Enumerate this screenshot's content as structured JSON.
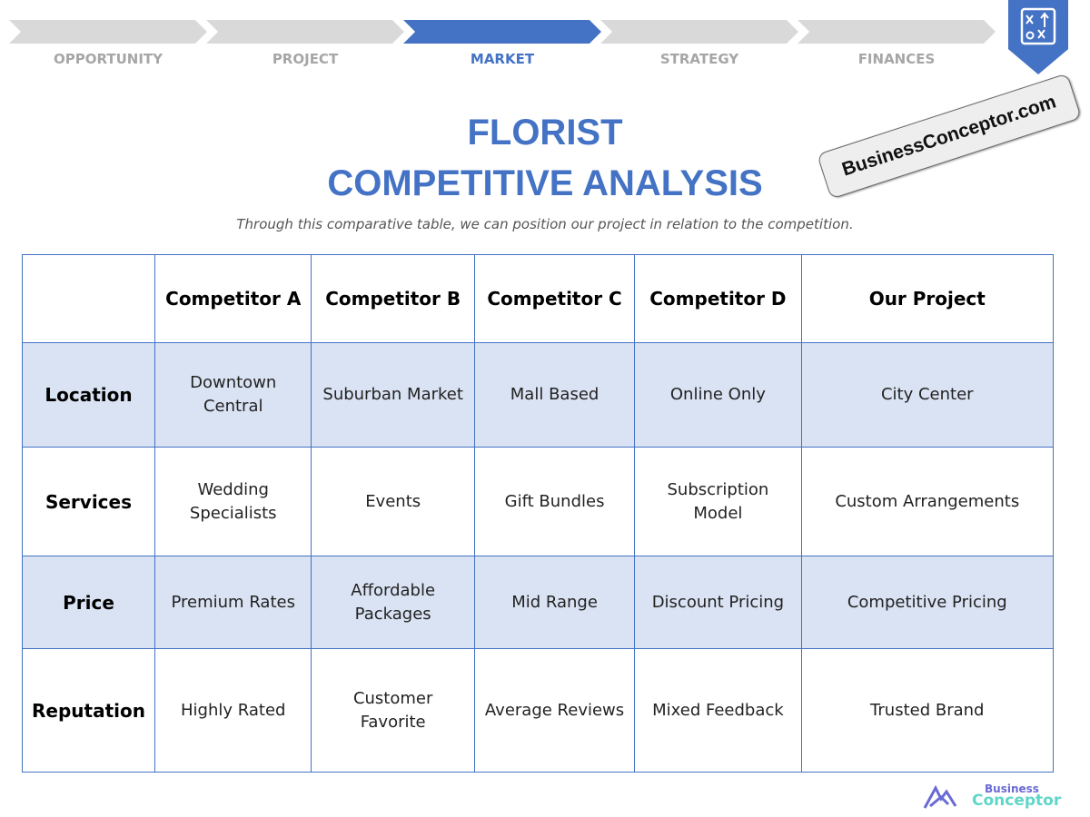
{
  "nav": {
    "steps": [
      "OPPORTUNITY",
      "PROJECT",
      "MARKET",
      "STRATEGY",
      "FINANCES"
    ],
    "active": "MARKET",
    "badge_icon": "strategy-board-icon"
  },
  "title": {
    "line1": "FLORIST",
    "line2": "COMPETITIVE ANALYSIS"
  },
  "subtitle": "Through this comparative table, we can position our project in relation to the competition.",
  "table": {
    "headers": [
      "",
      "Competitor A",
      "Competitor B",
      "Competitor C",
      "Competitor D",
      "Our Project"
    ],
    "rows": [
      {
        "label": "Location",
        "cells": [
          "Downtown Central",
          "Suburban Market",
          "Mall Based",
          "Online Only",
          "City Center"
        ]
      },
      {
        "label": "Services",
        "cells": [
          "Wedding Specialists",
          "Events",
          "Gift Bundles",
          "Subscription Model",
          "Custom Arrangements"
        ]
      },
      {
        "label": "Price",
        "cells": [
          "Premium Rates",
          "Affordable Packages",
          "Mid Range",
          "Discount Pricing",
          "Competitive Pricing"
        ]
      },
      {
        "label": "Reputation",
        "cells": [
          "Highly Rated",
          "Customer Favorite",
          "Average Reviews",
          "Mixed Feedback",
          "Trusted Brand"
        ]
      }
    ]
  },
  "watermark": "BusinessConceptor.com",
  "logo": {
    "line1": "Business",
    "line2": "Conceptor"
  },
  "colors": {
    "accent": "#4472c4",
    "row_alt": "#dae3f3",
    "inactive": "#d9d9d9"
  }
}
